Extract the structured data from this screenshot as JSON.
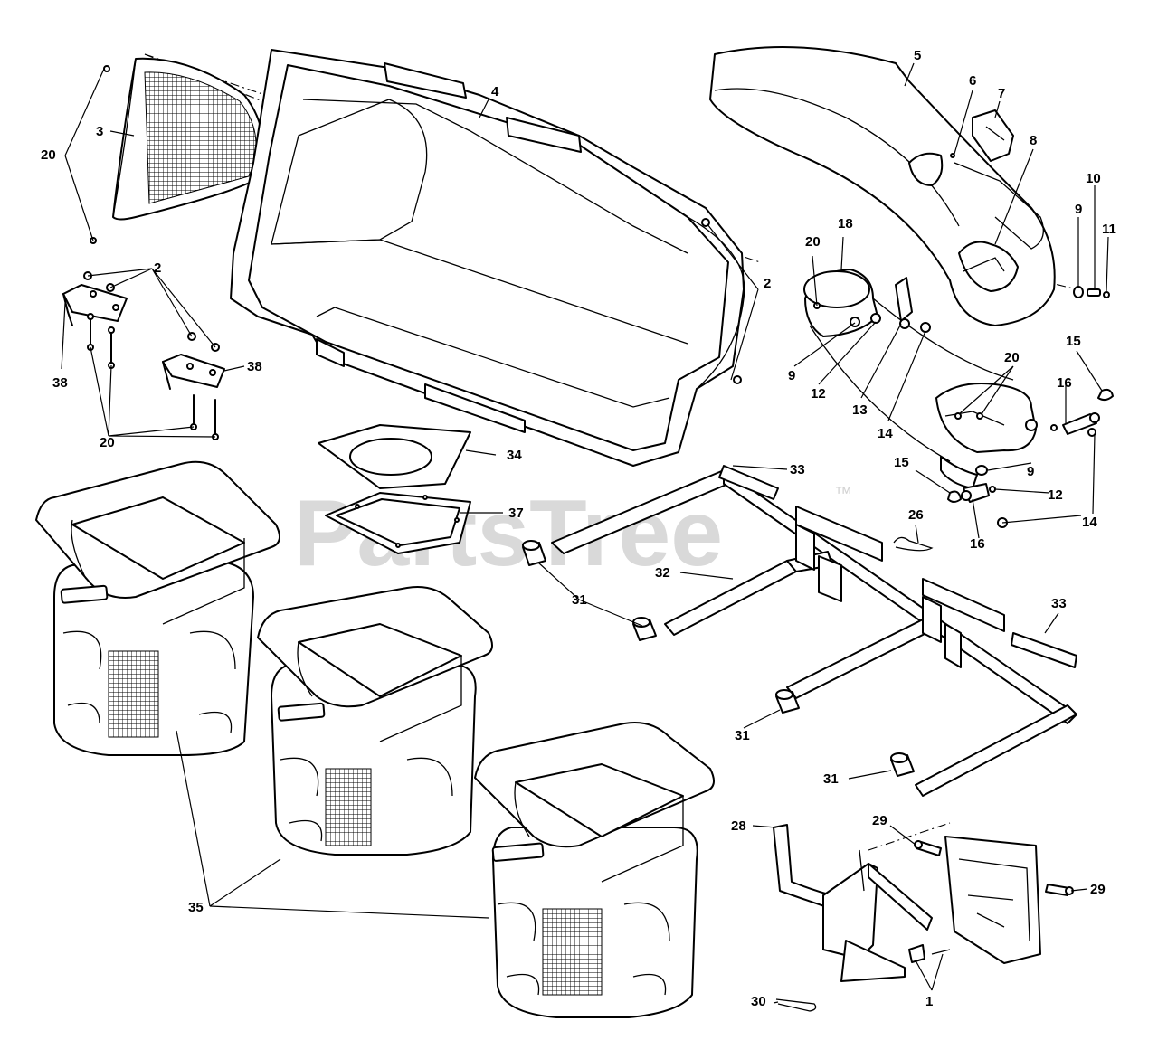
{
  "watermark": {
    "text": "PartsTree",
    "trademark": "™"
  },
  "callouts": {
    "c1": "1",
    "c2a": "2",
    "c2b": "2",
    "c3": "3",
    "c4": "4",
    "c5": "5",
    "c6": "6",
    "c7": "7",
    "c8": "8",
    "c9a": "9",
    "c9b": "9",
    "c9c": "9",
    "c10": "10",
    "c11": "11",
    "c12a": "12",
    "c12b": "12",
    "c13": "13",
    "c14a": "14",
    "c14b": "14",
    "c15a": "15",
    "c15b": "15",
    "c16a": "16",
    "c16b": "16",
    "c18": "18",
    "c20a": "20",
    "c20b": "20",
    "c20c": "20",
    "c20d": "20",
    "c26": "26",
    "c28": "28",
    "c29a": "29",
    "c29b": "29",
    "c30": "30",
    "c31a": "31",
    "c31b": "31",
    "c31c": "31",
    "c32": "32",
    "c33a": "33",
    "c33b": "33",
    "c34": "34",
    "c35": "35",
    "c37": "37",
    "c38a": "38",
    "c38b": "38"
  },
  "colors": {
    "line": "#000000",
    "background": "#ffffff",
    "watermark": "#d3d3d3"
  }
}
